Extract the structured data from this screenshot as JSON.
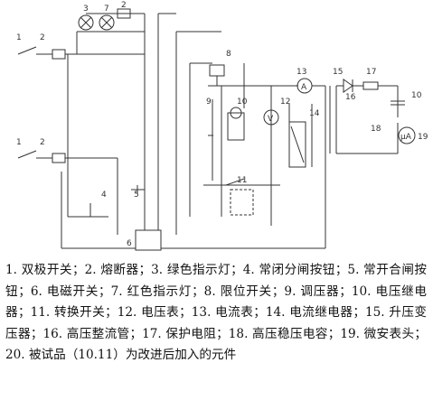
{
  "figure": {
    "component_numbers": [
      "1",
      "2",
      "3",
      "7",
      "2",
      "8",
      "13",
      "15",
      "17",
      "16",
      "10",
      "9",
      "10",
      "12",
      "14",
      "18",
      "19",
      "1",
      "2",
      "4",
      "5",
      "11",
      "6"
    ],
    "meter_letters": {
      "ammeter": "A",
      "microammeter": "μA"
    }
  },
  "caption": {
    "legend": "1. 双极开关；2. 熔断器；3. 绿色指示灯；4. 常闭分闸按钮；5. 常开合闸按钮；6. 电磁开关；7. 红色指示灯；8. 限位开关；9. 调压器；10. 电压继电器；11. 转换开关；12. 电压表；13. 电流表；14. 电流继电器；15. 升压变压器；16. 高压整流管；17. 保护电阻；18. 高压稳压电容；19. 微安表头；20. 被试品（10.11）为改进后加入的元件"
  }
}
